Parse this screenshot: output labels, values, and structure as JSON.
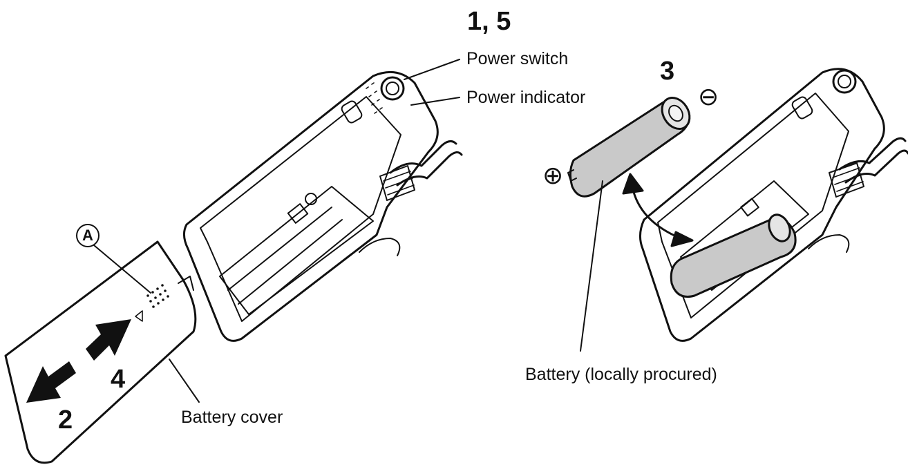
{
  "steps": {
    "power_on_off": "1, 5",
    "remove_cover": "2",
    "insert_battery": "3",
    "attach_cover": "4"
  },
  "labels": {
    "power_switch": "Power switch",
    "power_indicator": "Power indicator",
    "battery": "Battery (locally procured)",
    "battery_cover": "Battery cover"
  },
  "markers": {
    "detail_a": "A",
    "polarity_plus": "⊕",
    "polarity_minus": "⊖"
  },
  "icons": [
    "arrow-left-icon",
    "arrow-right-icon",
    "rotate-arrow-icon"
  ]
}
